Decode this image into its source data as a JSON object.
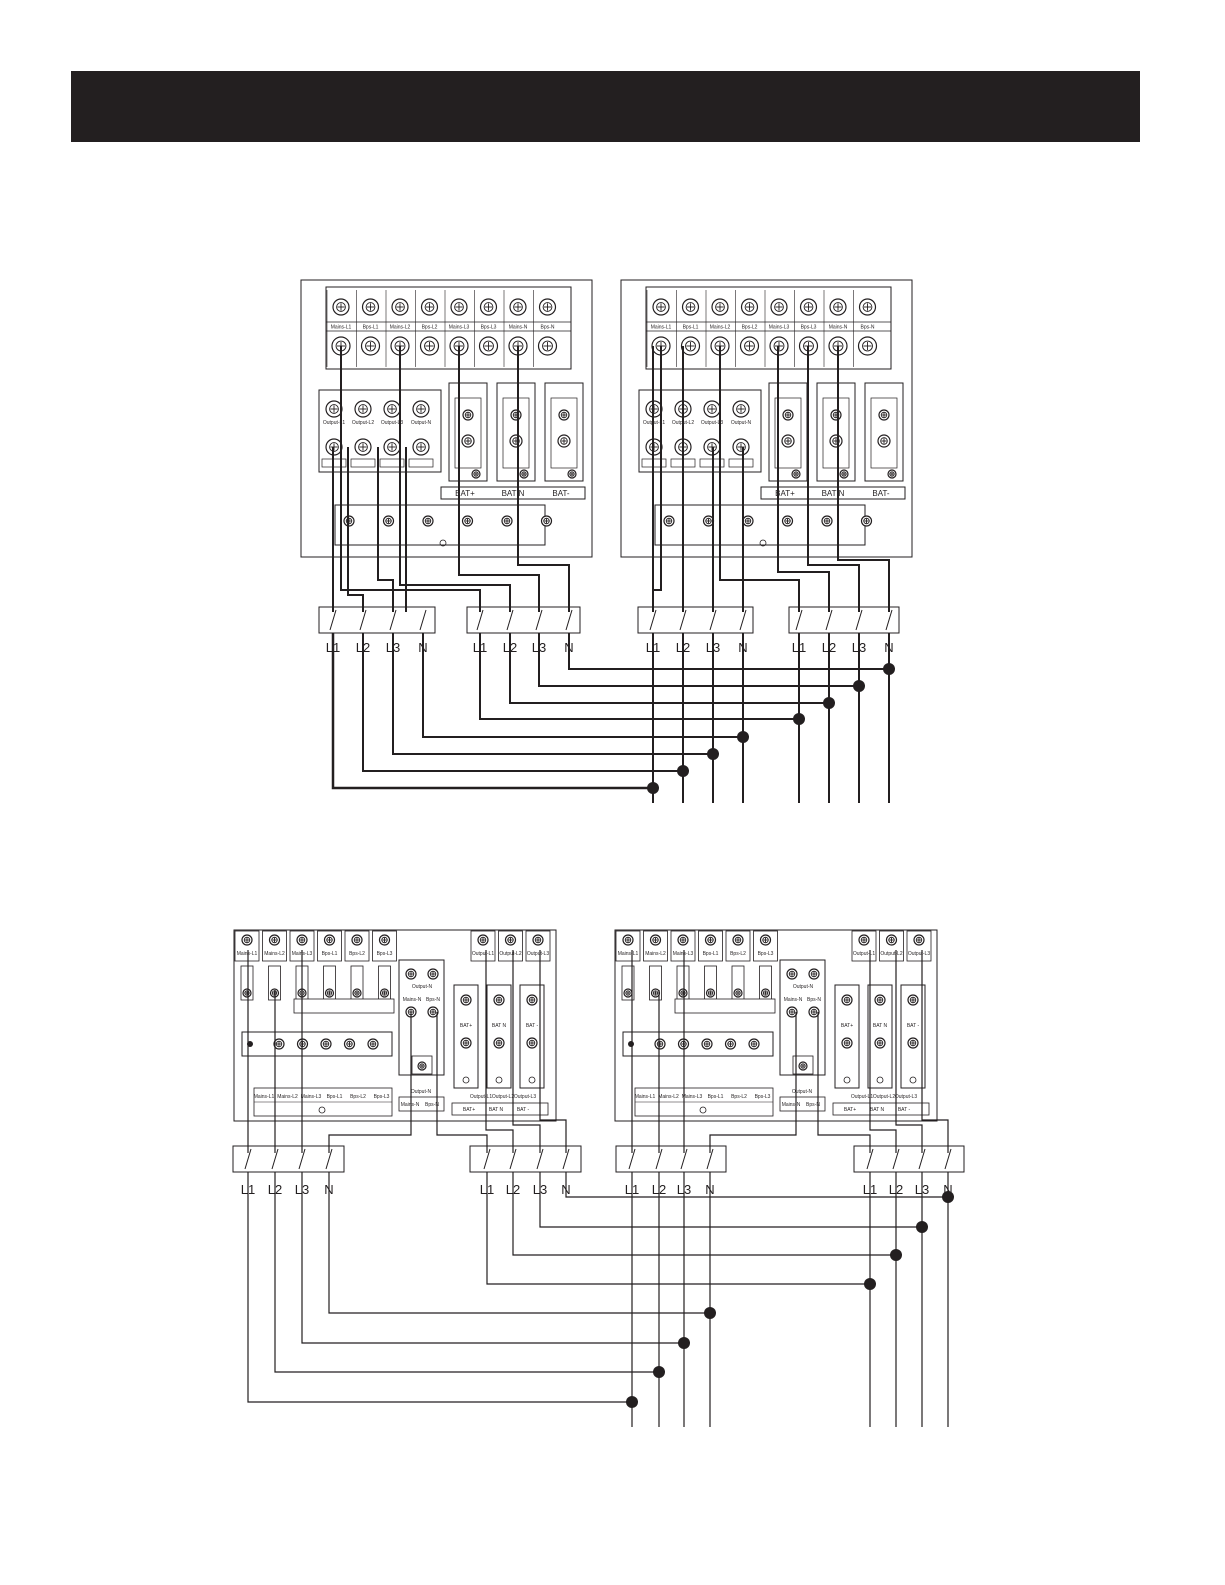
{
  "header": {
    "color": "#231f20"
  },
  "colors": {
    "ink": "#231f20",
    "paper": "#ffffff"
  },
  "diagram1": {
    "terminal_labels_top": [
      "Mains-L1",
      "Bps-L1",
      "Mains-L2",
      "Bps-L2",
      "Mains-L3",
      "Bps-L3",
      "Mains-N",
      "Bps-N"
    ],
    "output_labels": [
      "Output-L1",
      "Output-L2",
      "Output-L3",
      "Output-N"
    ],
    "battery_labels": [
      "BAT+",
      "BAT N",
      "BAT-"
    ],
    "breaker_labels": [
      "L1",
      "L2",
      "L3",
      "N"
    ]
  },
  "diagram2": {
    "terminal_labels_top": [
      "Mains-L1",
      "Mains-L2",
      "Mains-L3",
      "Bps-L1",
      "Bps-L2",
      "Bps-L3"
    ],
    "output_labels": [
      "Output-L1",
      "Output-L2",
      "Output-L3"
    ],
    "center_labels": [
      "Output-N",
      "Mains-N",
      "Bps-N"
    ],
    "battery_labels": [
      "BAT+",
      "BAT N",
      "BAT -"
    ],
    "breaker_labels": [
      "L1",
      "L2",
      "L3",
      "N"
    ]
  }
}
